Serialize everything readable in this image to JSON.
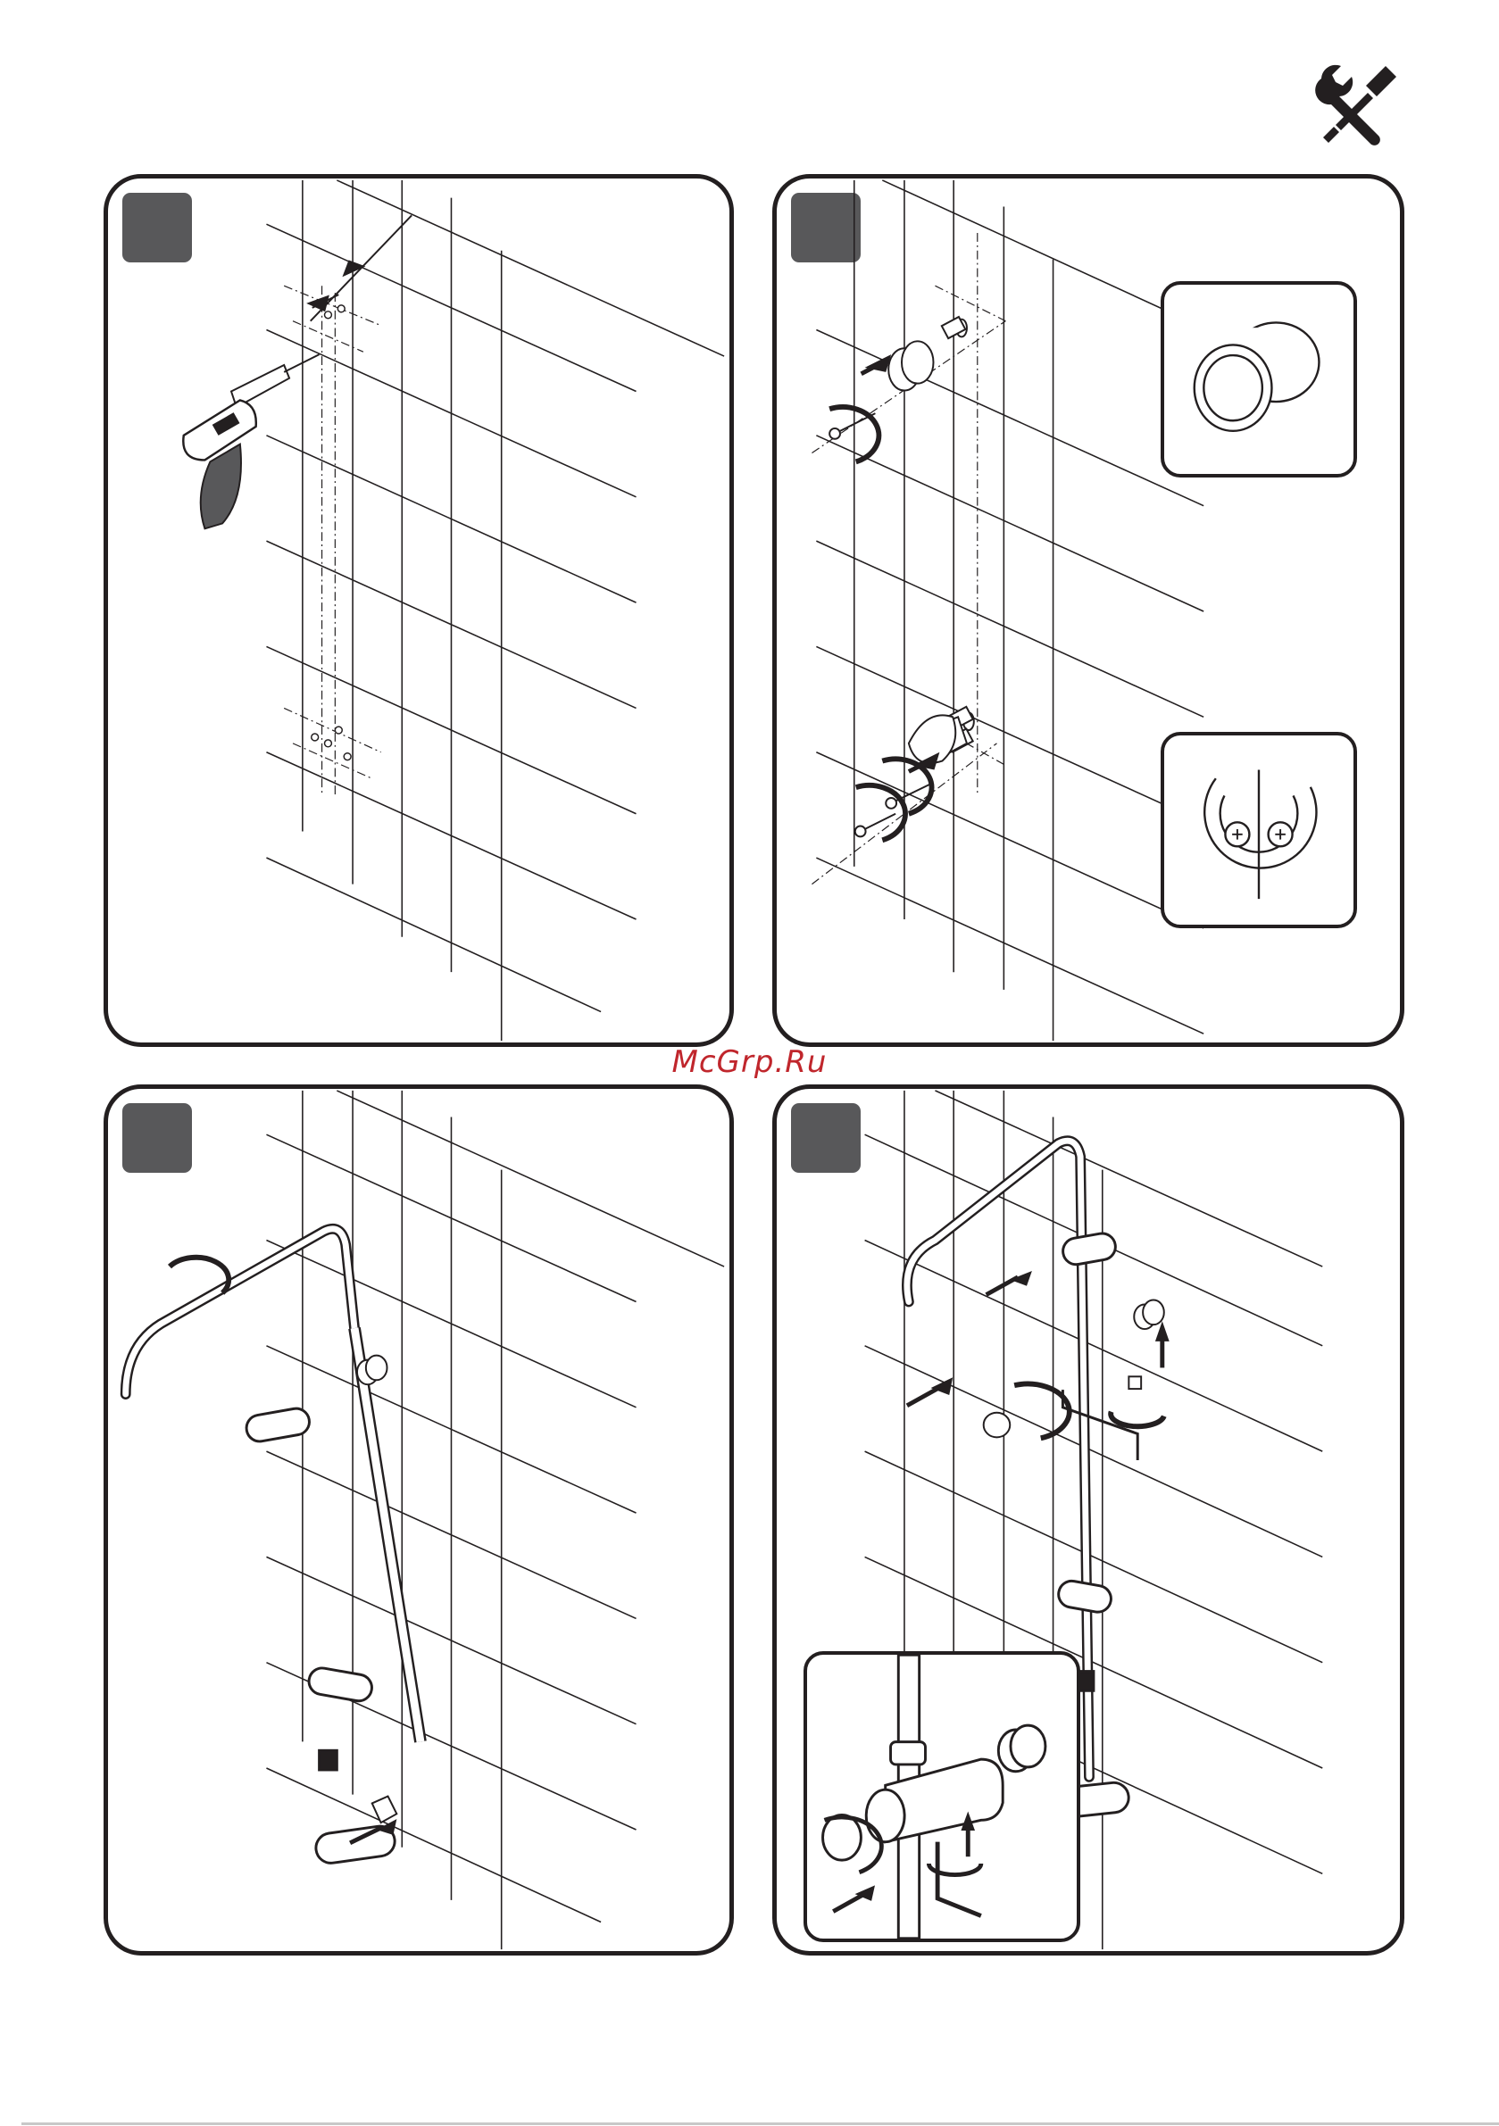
{
  "page": {
    "watermark": "McGrp.Ru",
    "header_icon": "tools-icon"
  },
  "steps": [
    {
      "id": "step-1",
      "badge": "",
      "icons": [
        "drill-icon",
        "measure-arrows-icon"
      ]
    },
    {
      "id": "step-2",
      "badge": "",
      "icons": [
        "dowel-icon",
        "screw-icon",
        "rotate-arrow-icon"
      ],
      "insets": [
        "adapter-detail",
        "bracket-detail"
      ]
    },
    {
      "id": "step-3",
      "badge": "",
      "icons": [
        "shower-riser-icon",
        "rotate-arrow-icon",
        "adapter-icon"
      ]
    },
    {
      "id": "step-4",
      "badge": "",
      "icons": [
        "shower-riser-icon",
        "hex-key-icon",
        "cap-icon"
      ],
      "insets": [
        "mixer-detail"
      ]
    }
  ],
  "colors": {
    "outline": "#231f20",
    "badge": "#58585a",
    "watermark": "#c0262c"
  }
}
